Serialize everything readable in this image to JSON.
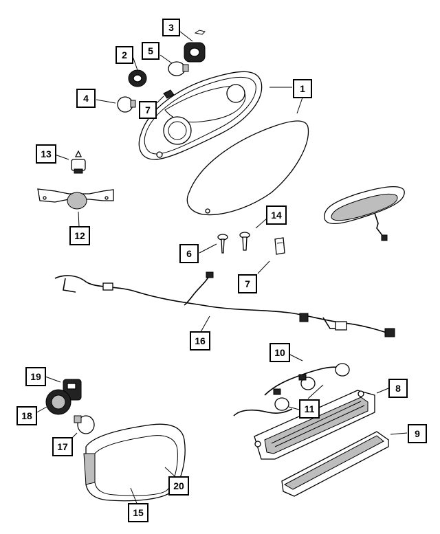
{
  "callouts": [
    "1",
    "2",
    "3",
    "4",
    "5",
    "6",
    "7",
    "8",
    "9",
    "10",
    "11",
    "12",
    "13",
    "14",
    "15",
    "16",
    "17",
    "18",
    "19",
    "20"
  ],
  "colors": {
    "ink": "#000000",
    "paper": "#ffffff",
    "shade": "#bdbdbd"
  }
}
